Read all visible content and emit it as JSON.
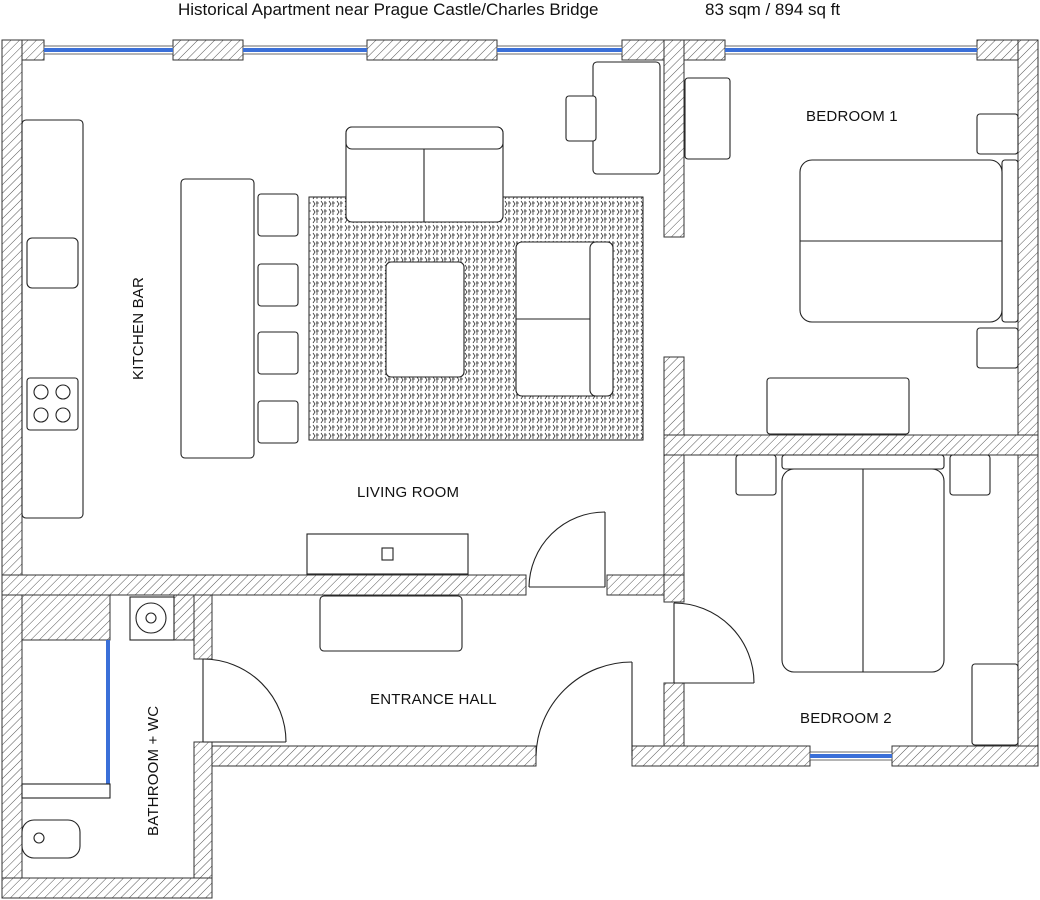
{
  "header": {
    "title": "Historical Apartment near Prague Castle/Charles Bridge",
    "area": "83 sqm / 894 sq ft"
  },
  "rooms": {
    "kitchen_bar": "KITCHEN BAR",
    "living_room": "LIVING ROOM",
    "bedroom_1": "BEDROOM 1",
    "bedroom_2": "BEDROOM 2",
    "entrance_hall": "ENTRANCE HALL",
    "bathroom": "BATHROOM + WC"
  },
  "colors": {
    "window_glass": "#3a6fd8",
    "wall_hatch": "#555555",
    "rug_pattern": "#333333"
  }
}
